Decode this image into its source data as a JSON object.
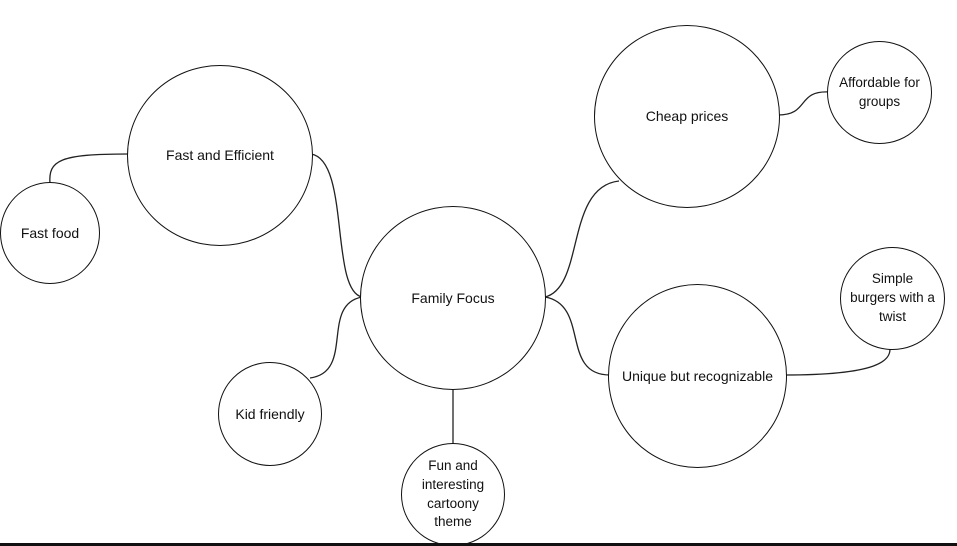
{
  "nodes": {
    "center": "Family Focus",
    "fast_efficient": "Fast and Efficient",
    "fast_food": "Fast food",
    "cheap_prices": "Cheap prices",
    "affordable": "Affordable for\ngroups",
    "unique": "Unique but recognizable",
    "simple_burgers": "Simple\nburgers with a\ntwist",
    "kid_friendly": "Kid friendly",
    "fun_theme": "Fun and\ninteresting\ncartoony\ntheme"
  },
  "colors": {
    "stroke": "#111111",
    "background": "#ffffff"
  }
}
